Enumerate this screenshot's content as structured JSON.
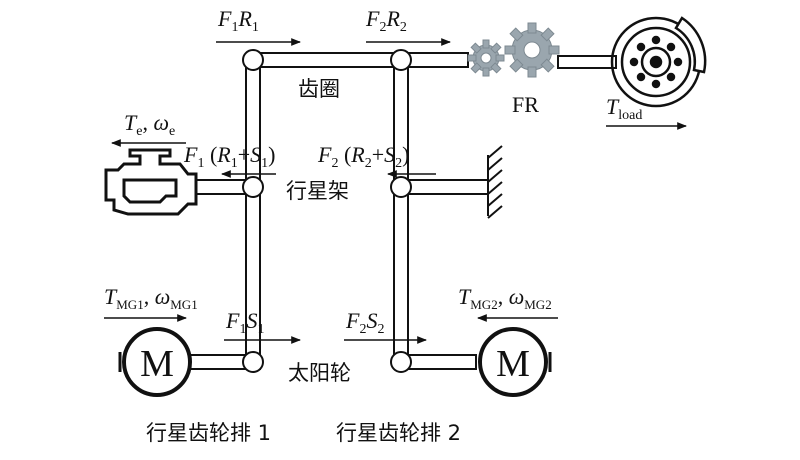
{
  "labels": {
    "ring": "齿圈",
    "carrier": "行星架",
    "sun": "太阳轮",
    "final_reducer": "FR",
    "row1": "行星齿轮排 1",
    "row2": "行星齿轮排 2"
  },
  "forces": {
    "f1r1": {
      "a": "F",
      "as": "1",
      "b": "R",
      "bs": "1"
    },
    "f2r2": {
      "a": "F",
      "as": "2",
      "b": "R",
      "bs": "2"
    },
    "f1s1": {
      "a": "F",
      "as": "1",
      "b": "S",
      "bs": "1"
    },
    "f2s2": {
      "a": "F",
      "as": "2",
      "b": "S",
      "bs": "2"
    },
    "f1rs": {
      "a": "F",
      "as": "1",
      "open": " (",
      "r": "R",
      "rs": "1",
      "plus": "+",
      "s": "S",
      "ss": "1",
      "close": ")"
    },
    "f2rs": {
      "a": "F",
      "as": "2",
      "open": " (",
      "r": "R",
      "rs": "2",
      "plus": "+",
      "s": "S",
      "ss": "2",
      "close": ")"
    }
  },
  "torques": {
    "engine": {
      "t": "T",
      "ts": "e",
      "sep": ", ",
      "w": "ω",
      "ws": "e"
    },
    "mg1": {
      "t": "T",
      "ts": "MG1",
      "sep": ", ",
      "w": "ω",
      "ws": "MG1"
    },
    "mg2": {
      "t": "T",
      "ts": "MG2",
      "sep": ", ",
      "w": "ω",
      "ws": "MG2"
    },
    "load": {
      "t": "T",
      "ts": "load"
    }
  },
  "motor_letter": "M",
  "icons": [
    "engine-icon",
    "motor-icon",
    "gear-icon",
    "wheel-brake-icon",
    "ground-icon"
  ]
}
